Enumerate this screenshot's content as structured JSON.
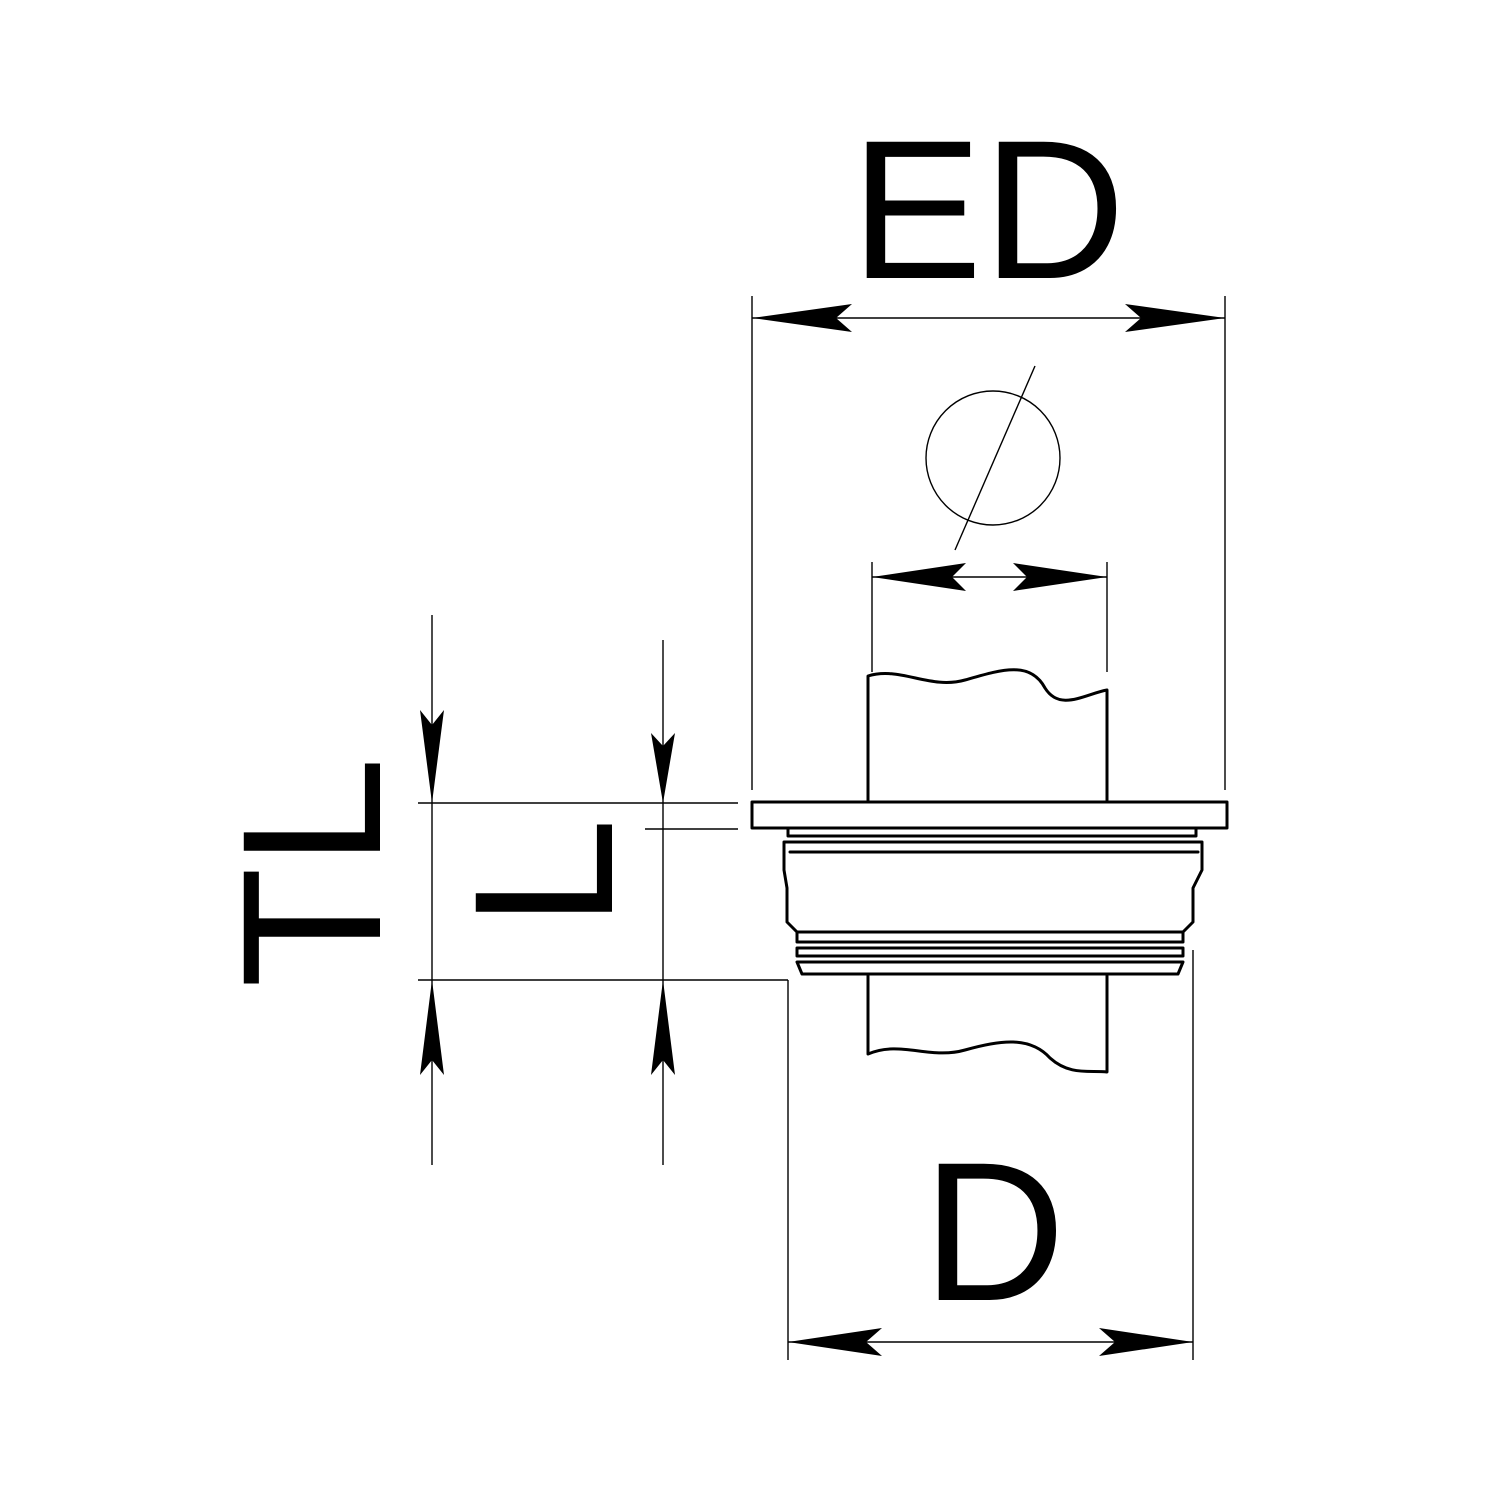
{
  "labels": {
    "ed": "ED",
    "d": "D",
    "tl": "TL",
    "l": "L"
  },
  "symbols": {
    "diameter": "diameter-symbol"
  }
}
